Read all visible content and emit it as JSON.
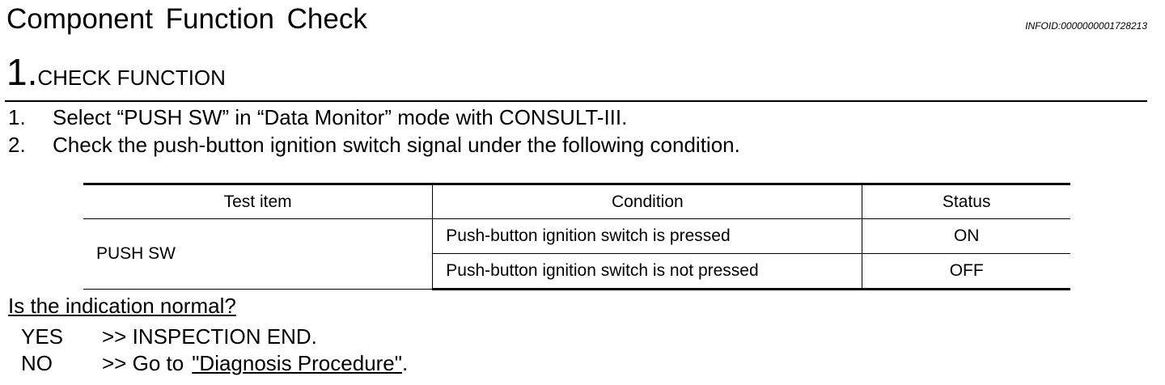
{
  "header": {
    "title": "Component Function Check",
    "info_id": "INFOID:0000000001728213"
  },
  "step": {
    "number": "1.",
    "title": "CHECK FUNCTION"
  },
  "instructions": [
    {
      "num": "1.",
      "text": "Select “PUSH SW” in “Data Monitor” mode with CONSULT-III."
    },
    {
      "num": "2.",
      "text": "Check the push-button ignition switch signal under the following condition."
    }
  ],
  "table": {
    "headers": [
      "Test item",
      "Condition",
      "Status"
    ],
    "test_item": "PUSH SW",
    "rows": [
      {
        "condition": "Push-button ignition switch is pressed",
        "status": "ON"
      },
      {
        "condition": "Push-button ignition switch is not pressed",
        "status": "OFF"
      }
    ]
  },
  "question": "Is the indication normal?",
  "answers": {
    "yes": {
      "key": "YES",
      "text": ">> INSPECTION END."
    },
    "no": {
      "key": "NO",
      "prefix": ">> Go to",
      "link": "\"Diagnosis Procedure\"",
      "suffix": "."
    }
  }
}
